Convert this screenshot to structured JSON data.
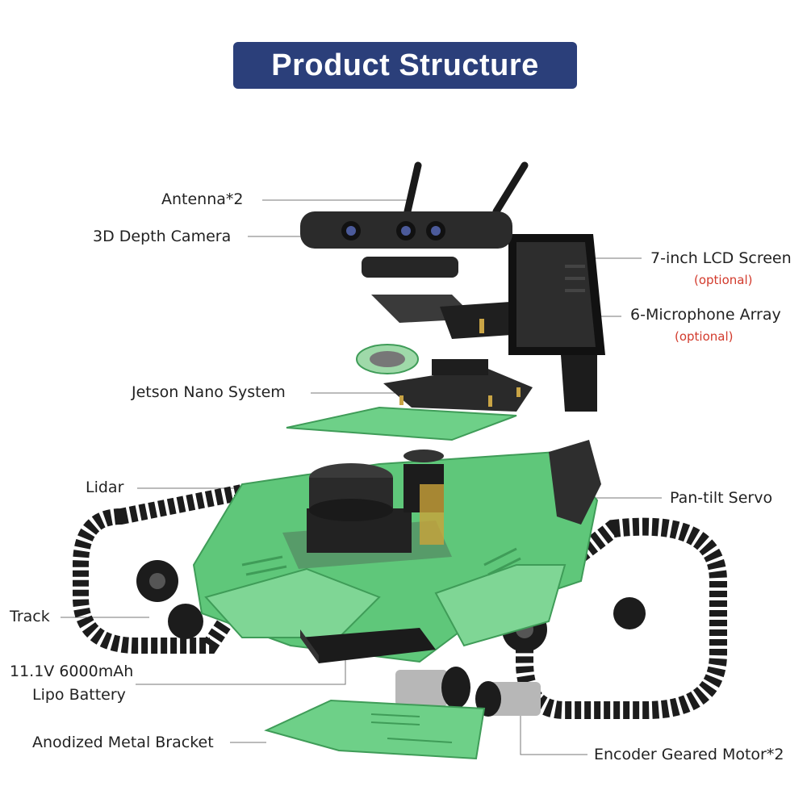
{
  "title": "Product Structure",
  "labels": {
    "antenna": "Antenna*2",
    "camera": "3D Depth Camera",
    "lcd": "7-inch LCD Screen",
    "lcd_opt": "(optional)",
    "mic": "6-Microphone Array",
    "mic_opt": "(optional)",
    "jetson": "Jetson Nano System",
    "lidar": "Lidar",
    "servo": "Pan-tilt Servo",
    "track": "Track",
    "battery_line1": "11.1V 6000mAh",
    "battery_line2": "Lipo Battery",
    "bracket": "Anodized Metal Bracket",
    "motor": "Encoder Geared Motor*2"
  },
  "colors": {
    "title_bg": "#2b3f7a",
    "optional_text": "#d23a2c",
    "frame_green": "#5fc77a",
    "track_black": "#1c1c1c",
    "board_dark": "#2a2a2a"
  }
}
